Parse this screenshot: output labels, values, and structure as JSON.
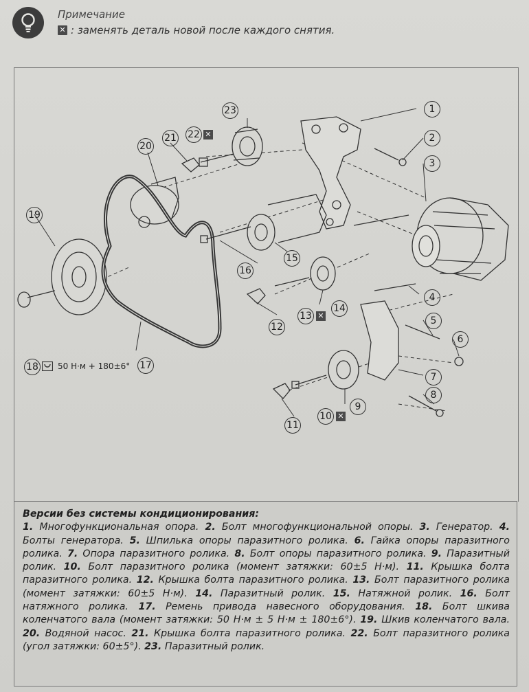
{
  "note": {
    "title": "Примечание",
    "replace_mark": "✕",
    "replace_text": ": заменять деталь новой после каждого снятия."
  },
  "callouts": {
    "c1": "1",
    "c2": "2",
    "c3": "3",
    "c4": "4",
    "c5": "5",
    "c6": "6",
    "c7": "7",
    "c8": "8",
    "c9": "9",
    "c10": "10",
    "c11": "11",
    "c12": "12",
    "c13": "13",
    "c14": "14",
    "c15": "15",
    "c16": "16",
    "c17": "17",
    "c18": "18",
    "c19": "19",
    "c20": "20",
    "c21": "21",
    "c22": "22",
    "c23": "23"
  },
  "replace_mark": "✕",
  "torque_18": "50 Н·м + 180±6°",
  "legend": {
    "heading": "Версии без системы кондиционирования:",
    "items": [
      {
        "num": "1.",
        "text": " Многофункциональная опора. "
      },
      {
        "num": "2.",
        "text": " Болт многофункциональной опоры. "
      },
      {
        "num": "3.",
        "text": " Генератор. "
      },
      {
        "num": "4.",
        "text": " Болты генератора. "
      },
      {
        "num": "5.",
        "text": " Шпилька опоры паразитного ролика. "
      },
      {
        "num": "6.",
        "text": " Гайка опоры паразитного ролика. "
      },
      {
        "num": "7.",
        "text": " Опора паразитного ролика. "
      },
      {
        "num": "8.",
        "text": " Болт опоры паразитного ролика. "
      },
      {
        "num": "9.",
        "text": " Паразитный ролик. "
      },
      {
        "num": "10.",
        "text": " Болт паразитного ролика (момент затяжки: 60±5 Н·м). "
      },
      {
        "num": "11.",
        "text": " Крышка болта паразитного ролика. "
      },
      {
        "num": "12.",
        "text": " Крышка болта паразитного ролика. "
      },
      {
        "num": "13.",
        "text": " Болт паразитного ролика (момент затяжки: 60±5 Н·м). "
      },
      {
        "num": "14.",
        "text": " Паразитный ролик. "
      },
      {
        "num": "15.",
        "text": " Натяжной ролик. "
      },
      {
        "num": "16.",
        "text": " Болт натяжного ролика. "
      },
      {
        "num": "17.",
        "text": " Ремень привода навесного оборудования. "
      },
      {
        "num": "18.",
        "text": " Болт шкива коленчатого вала (момент затяжки: 50 Н·м ± 5 Н·м ± 180±6°). "
      },
      {
        "num": "19.",
        "text": " Шкив коленчатого вала. "
      },
      {
        "num": "20.",
        "text": " Водяной насос. "
      },
      {
        "num": "21.",
        "text": " Крышка болта паразитного ролика. "
      },
      {
        "num": "22.",
        "text": " Болт паразитного ролика (угол затяжки: 60±5°). "
      },
      {
        "num": "23.",
        "text": " Паразитный ролик."
      }
    ]
  },
  "colors": {
    "paper": "#d6d6d2",
    "ink": "#222222",
    "mark": "#4a4a4a"
  },
  "icons": {
    "note_icon": "lightbulb-icon"
  }
}
